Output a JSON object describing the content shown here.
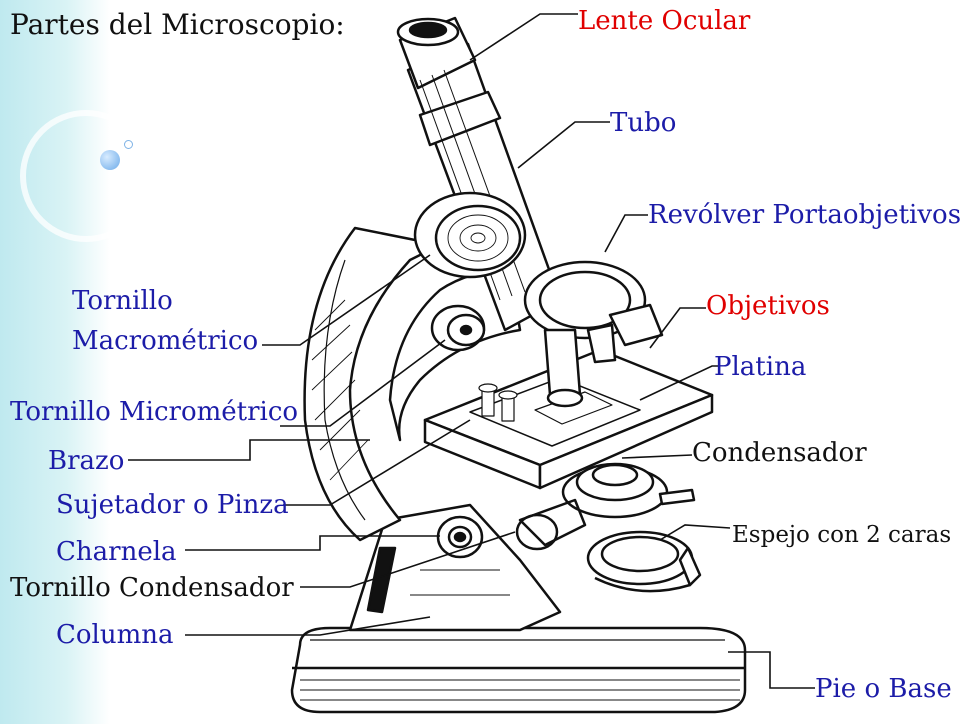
{
  "title": "Partes del Microscopio:",
  "colors": {
    "blue_label": "#1c1ca8",
    "red_label": "#e00000",
    "black_label": "#111111",
    "teal_strip": "#bfe9ef",
    "bubble": "#8fc7f0"
  },
  "labels": {
    "lente_ocular": "Lente Ocular",
    "tubo": "Tubo",
    "revolver": "Revólver Portaobjetivos",
    "objetivos": "Objetivos",
    "platina": "Platina",
    "condensador": "Condensador",
    "espejo": "Espejo con 2 caras",
    "pie_base": "Pie o Base",
    "tornillo_macro_1": "Tornillo",
    "tornillo_macro_2": "Macrométrico",
    "tornillo_micro": "Tornillo Micrométrico",
    "brazo": "Brazo",
    "sujetador": "Sujetador o Pinza",
    "charnela": "Charnela",
    "tornillo_condensador": "Tornillo Condensador",
    "columna": "Columna"
  }
}
